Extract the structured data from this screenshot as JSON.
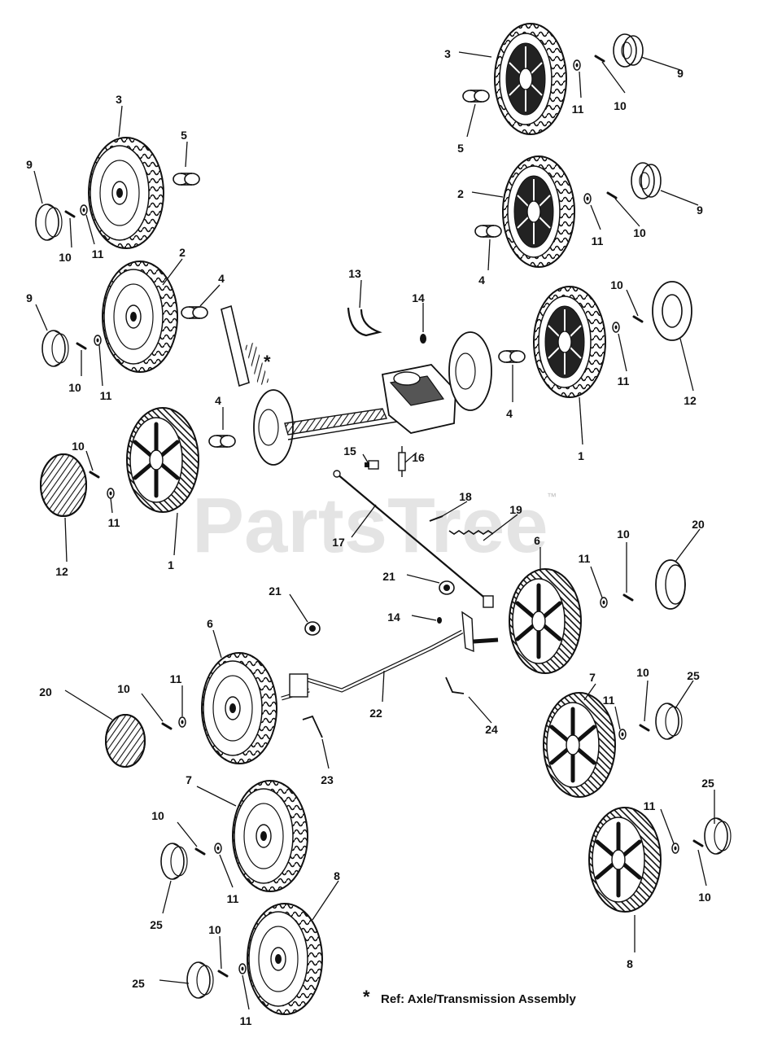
{
  "watermark": {
    "text": "PartsTree",
    "trademark": "™"
  },
  "reference_note": {
    "symbol": "*",
    "text": "Ref: Axle/Transmission Assembly"
  },
  "axle_star": "*",
  "callouts": [
    {
      "id": "c-3-tl",
      "text": "3"
    },
    {
      "id": "c-5-tl",
      "text": "5"
    },
    {
      "id": "c-9-tl",
      "text": "9"
    },
    {
      "id": "c-10-tl",
      "text": "10"
    },
    {
      "id": "c-11-tl",
      "text": "11"
    },
    {
      "id": "c-2-l",
      "text": "2"
    },
    {
      "id": "c-4-l",
      "text": "4"
    },
    {
      "id": "c-9-l",
      "text": "9"
    },
    {
      "id": "c-10-l",
      "text": "10"
    },
    {
      "id": "c-11-l",
      "text": "11"
    },
    {
      "id": "c-4-l2",
      "text": "4"
    },
    {
      "id": "c-10-l2",
      "text": "10"
    },
    {
      "id": "c-11-l2",
      "text": "11"
    },
    {
      "id": "c-12-l",
      "text": "12"
    },
    {
      "id": "c-1-l",
      "text": "1"
    },
    {
      "id": "c-3-tr",
      "text": "3"
    },
    {
      "id": "c-5-tr",
      "text": "5"
    },
    {
      "id": "c-11-tr",
      "text": "11"
    },
    {
      "id": "c-10-tr",
      "text": "10"
    },
    {
      "id": "c-9-tr",
      "text": "9"
    },
    {
      "id": "c-2-r",
      "text": "2"
    },
    {
      "id": "c-4-r",
      "text": "4"
    },
    {
      "id": "c-11-r",
      "text": "11"
    },
    {
      "id": "c-10-r",
      "text": "10"
    },
    {
      "id": "c-9-r",
      "text": "9"
    },
    {
      "id": "c-13",
      "text": "13"
    },
    {
      "id": "c-14-t",
      "text": "14"
    },
    {
      "id": "c-4-r2",
      "text": "4"
    },
    {
      "id": "c-10-r2",
      "text": "10"
    },
    {
      "id": "c-11-r2",
      "text": "11"
    },
    {
      "id": "c-12-r",
      "text": "12"
    },
    {
      "id": "c-1-r",
      "text": "1"
    },
    {
      "id": "c-15",
      "text": "15"
    },
    {
      "id": "c-16",
      "text": "16"
    },
    {
      "id": "c-17",
      "text": "17"
    },
    {
      "id": "c-18",
      "text": "18"
    },
    {
      "id": "c-19",
      "text": "19"
    },
    {
      "id": "c-6-r",
      "text": "6"
    },
    {
      "id": "c-11-r3",
      "text": "11"
    },
    {
      "id": "c-10-r3",
      "text": "10"
    },
    {
      "id": "c-20-r",
      "text": "20"
    },
    {
      "id": "c-21-m",
      "text": "21"
    },
    {
      "id": "c-21-l",
      "text": "21"
    },
    {
      "id": "c-14-m",
      "text": "14"
    },
    {
      "id": "c-6-l",
      "text": "6"
    },
    {
      "id": "c-20-l",
      "text": "20"
    },
    {
      "id": "c-10-l3",
      "text": "10"
    },
    {
      "id": "c-11-l3",
      "text": "11"
    },
    {
      "id": "c-22",
      "text": "22"
    },
    {
      "id": "c-23",
      "text": "23"
    },
    {
      "id": "c-24",
      "text": "24"
    },
    {
      "id": "c-7-r",
      "text": "7"
    },
    {
      "id": "c-11-r4",
      "text": "11"
    },
    {
      "id": "c-10-r4",
      "text": "10"
    },
    {
      "id": "c-25-r",
      "text": "25"
    },
    {
      "id": "c-7-l",
      "text": "7"
    },
    {
      "id": "c-10-l4",
      "text": "10"
    },
    {
      "id": "c-11-l4",
      "text": "11"
    },
    {
      "id": "c-25-l",
      "text": "25"
    },
    {
      "id": "c-8-l",
      "text": "8"
    },
    {
      "id": "c-10-l5",
      "text": "10"
    },
    {
      "id": "c-11-l5",
      "text": "11"
    },
    {
      "id": "c-25-l2",
      "text": "25"
    },
    {
      "id": "c-25-r2",
      "text": "25"
    },
    {
      "id": "c-11-r5",
      "text": "11"
    },
    {
      "id": "c-10-r5",
      "text": "10"
    },
    {
      "id": "c-8-r",
      "text": "8"
    }
  ]
}
